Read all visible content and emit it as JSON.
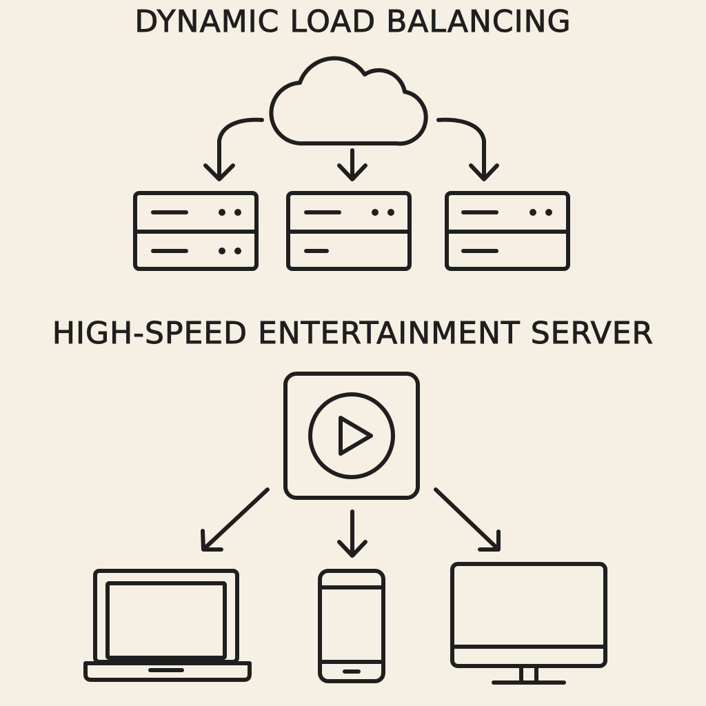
{
  "sections": {
    "load_balancing": {
      "title": "DYNAMIC LOAD BALANCING",
      "source_icon": "cloud-icon",
      "target_icon": "server-rack-icon",
      "target_count": 3
    },
    "entertainment": {
      "title": "HIGH-SPEED ENTERTAINMENT SERVER",
      "source_icon": "play-button-icon",
      "targets": [
        "laptop-icon",
        "smartphone-icon",
        "monitor-icon"
      ]
    }
  },
  "colors": {
    "background": "#f6efe4",
    "ink": "#1f1f1f"
  }
}
